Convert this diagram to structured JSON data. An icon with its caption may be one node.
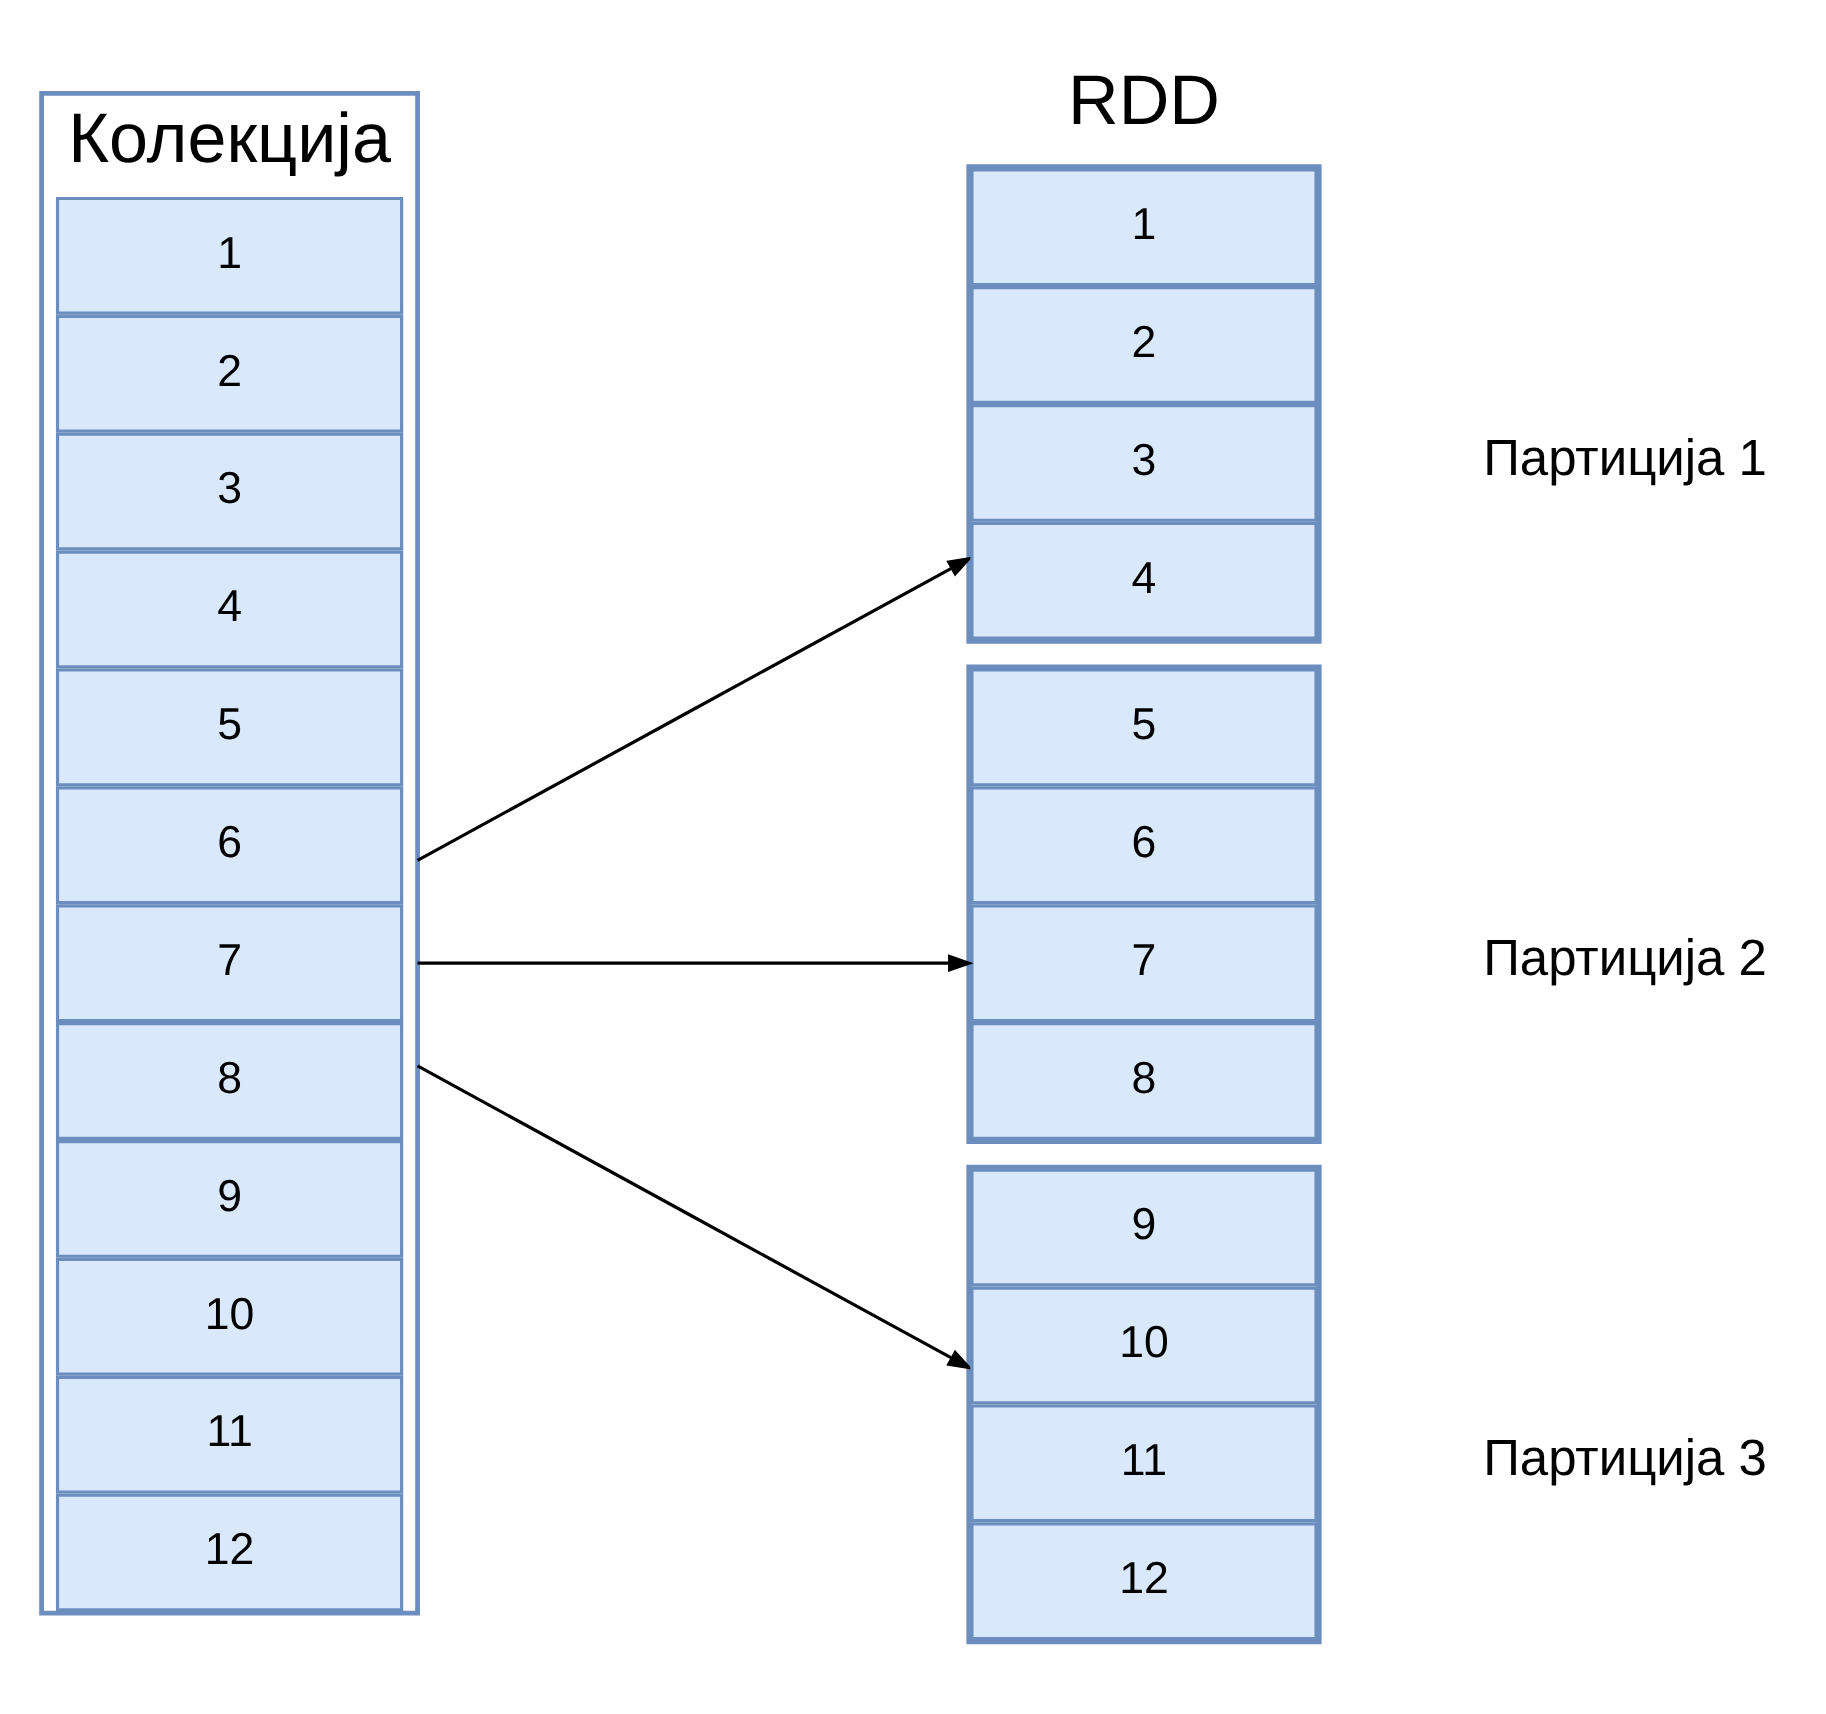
{
  "diagram": {
    "nodes": [
      {
        "text": [
          "Колекција"
        ]
      },
      {
        "text": [
          "1"
        ],
        "in": 0
      },
      {
        "text": [
          "2"
        ],
        "in": 0
      },
      {
        "text": [
          "3"
        ],
        "in": 0
      },
      {
        "text": [
          "4"
        ],
        "in": 0
      },
      {
        "text": [
          "5"
        ],
        "in": 0
      },
      {
        "text": [
          "6"
        ],
        "in": 0
      },
      {
        "text": [
          "7"
        ],
        "in": 0
      },
      {
        "text": [
          "8"
        ],
        "in": 0
      },
      {
        "text": [
          "9"
        ],
        "in": 0
      },
      {
        "text": [
          "10"
        ],
        "in": 0
      },
      {
        "text": [
          "11"
        ],
        "in": 0
      },
      {
        "text": [
          "12"
        ],
        "in": 0
      },
      {
        "text": [],
        "shape": "box",
        "beside": [
          "Партиција 1"
        ]
      },
      {
        "text": [
          "1"
        ],
        "in": 13
      },
      {
        "text": [
          "2"
        ],
        "in": 13
      },
      {
        "text": [
          "3"
        ],
        "in": 13
      },
      {
        "text": [
          "4"
        ],
        "in": 13
      },
      {
        "text": [],
        "shape": "box",
        "beside": [
          "Партиција 2"
        ]
      },
      {
        "text": [
          "5"
        ],
        "in": 18
      },
      {
        "text": [
          "6"
        ],
        "in": 18
      },
      {
        "text": [
          "7"
        ],
        "in": 18
      },
      {
        "text": [
          "8"
        ],
        "in": 18
      },
      {
        "text": [],
        "shape": "box",
        "beside": [
          "Партиција 3"
        ]
      },
      {
        "text": [
          "9"
        ],
        "in": 23
      },
      {
        "text": [
          "10"
        ],
        "in": 23
      },
      {
        "text": [
          "11"
        ],
        "in": 23
      },
      {
        "text": [
          "12"
        ],
        "in": 23
      }
    ],
    "edges": [
      {
        "from": 0,
        "to": 13,
        "arrow": "to"
      },
      {
        "from": 0,
        "to": 18,
        "arrow": "to"
      },
      {
        "from": 0,
        "to": 23,
        "arrow": "to"
      }
    ],
    "labels": [
      "RDD"
    ]
  }
}
